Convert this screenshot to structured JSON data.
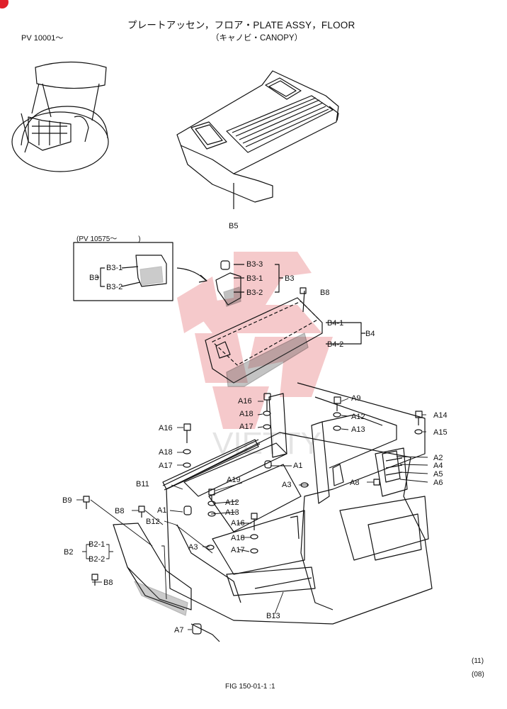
{
  "header": {
    "title": "プレートアッセン，フロア・PLATE ASSY，FLOOR",
    "subtitle": "（キャノビ・CANOPY）",
    "serial": "PV 10001～"
  },
  "inset": {
    "serial": "(PV 10575～　　　)",
    "group": "B3",
    "items": [
      "B3-1",
      "B3-2"
    ]
  },
  "watermark": {
    "text": "VIETTY",
    "color": "#e8262c"
  },
  "labels": {
    "b5": "B5",
    "b3": "B3",
    "b3_3": "B3-3",
    "b3_1": "B3-1",
    "b3_2": "B3-2",
    "b8_top": "B8",
    "b4": "B4",
    "b4_1": "B4-1",
    "b4_2": "B4-2",
    "a16_top": "A16",
    "a18_top": "A18",
    "a17_top": "A17",
    "a9": "A9",
    "a12_r": "A12",
    "a13_r": "A13",
    "a14": "A14",
    "a15": "A15",
    "a2": "A2",
    "a4": "A4",
    "a5": "A5",
    "a6": "A6",
    "a8": "A8",
    "a16_l": "A16",
    "a18_l": "A18",
    "a17_l": "A17",
    "a1_c": "A1",
    "a3_c": "A3",
    "a19": "A19",
    "b11": "B11",
    "b9": "B9",
    "b8_l": "B8",
    "a1_l": "A1",
    "b12": "B12",
    "a12_c": "A12",
    "a13_c": "A13",
    "a16_c": "A16",
    "b2": "B2",
    "b2_1": "B2-1",
    "b2_2": "B2-2",
    "a3_l": "A3",
    "a18_c": "A18",
    "a17_c": "A17",
    "b8_b": "B8",
    "b13": "B13",
    "a7": "A7"
  },
  "footer": {
    "page_a": "(11)",
    "page_b": "(08)",
    "fig": "FIG 150-01-1 :1"
  }
}
